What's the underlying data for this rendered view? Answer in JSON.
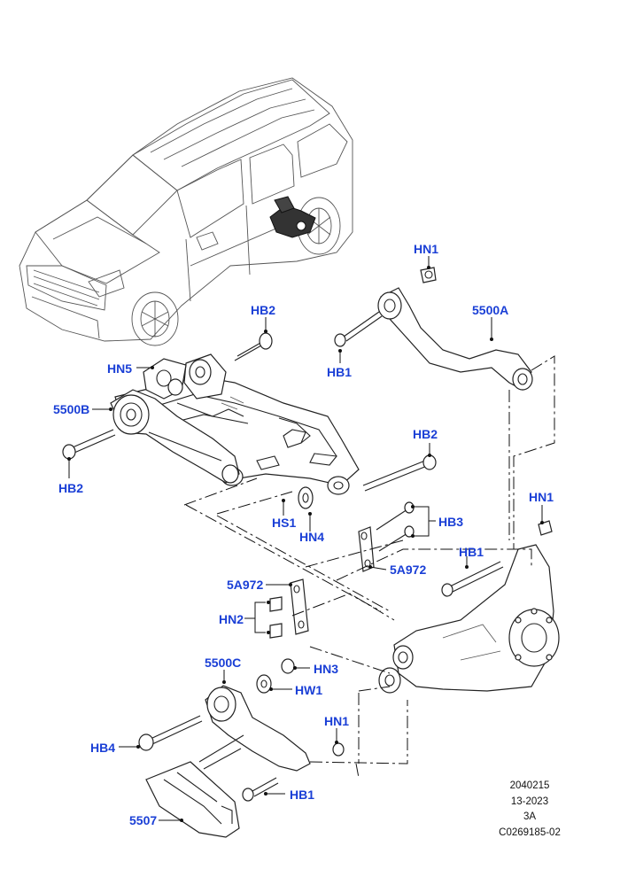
{
  "labels": {
    "hn1_top": "HN1",
    "a5500": "5500A",
    "hb2_top": "HB2",
    "hb1_upper": "HB1",
    "hn5": "HN5",
    "b5500": "5500B",
    "hb2_left": "HB2",
    "hb2_right": "HB2",
    "hn1_right": "HN1",
    "hb3": "HB3",
    "hs1": "HS1",
    "hn4": "HN4",
    "a5a972_right": "5A972",
    "hb1_mid": "HB1",
    "a5a972_left": "5A972",
    "hn2": "HN2",
    "c5500": "5500C",
    "hn3": "HN3",
    "hw1": "HW1",
    "hn1_lower": "HN1",
    "hb4": "HB4",
    "hb1_lower": "HB1",
    "p5507": "5507"
  },
  "reference": {
    "line1": "2040215",
    "line2": "13-2023",
    "line3": "3A",
    "line4": "C0269185-02"
  },
  "colors": {
    "label": "#1a3fd6",
    "line": "#222222"
  }
}
